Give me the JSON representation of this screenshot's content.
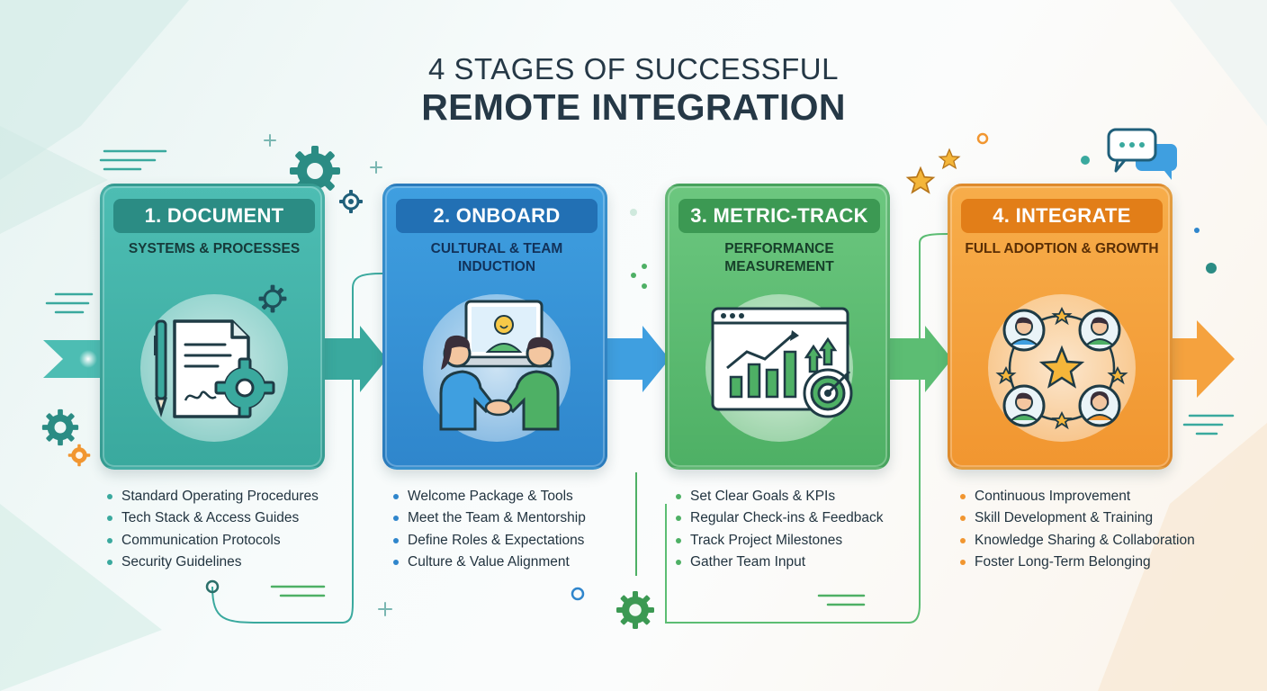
{
  "title": {
    "line1": "4 STAGES OF SUCCESSFUL",
    "line2": "REMOTE INTEGRATION"
  },
  "stages": [
    {
      "label": "1. DOCUMENT",
      "subtitle": "SYSTEMS & PROCESSES",
      "color": "#3aa99e",
      "icon": "document-gear-icon",
      "bullets": [
        "Standard Operating Procedures",
        "Tech Stack & Access Guides",
        "Communication Protocols",
        "Security Guidelines"
      ]
    },
    {
      "label": "2. ONBOARD",
      "subtitle": "CULTURAL & TEAM INDUCTION",
      "color": "#2f86cc",
      "icon": "handshake-icon",
      "bullets": [
        "Welcome Package & Tools",
        "Meet the Team & Mentorship",
        "Define Roles & Expectations",
        "Culture & Value Alignment"
      ]
    },
    {
      "label": "3. METRIC-TRACK",
      "subtitle": "PERFORMANCE MEASUREMENT",
      "color": "#4eb065",
      "icon": "analytics-target-icon",
      "bullets": [
        "Set Clear Goals & KPIs",
        "Regular Check-ins & Feedback",
        "Track Project Milestones",
        "Gather Team Input"
      ]
    },
    {
      "label": "4. INTEGRATE",
      "subtitle": "FULL ADOPTION & GROWTH",
      "color": "#f19630",
      "icon": "team-network-icon",
      "bullets": [
        "Continuous Improvement",
        "Skill Development & Training",
        "Knowledge Sharing & Collaboration",
        "Foster Long-Term Belonging"
      ]
    }
  ]
}
